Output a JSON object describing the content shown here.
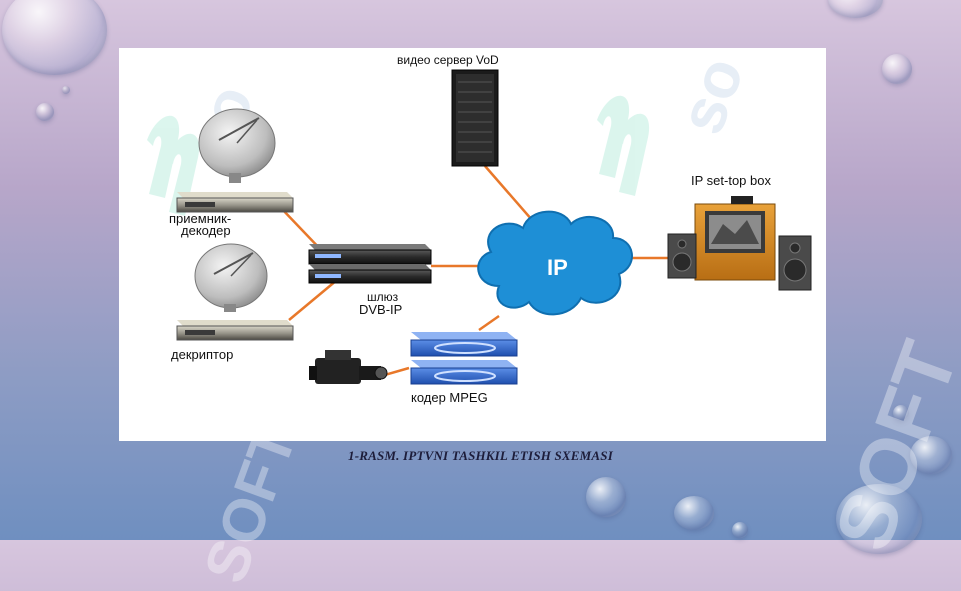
{
  "diagram": {
    "nodes": {
      "vod_server": {
        "label": "видео сервер VoD"
      },
      "receiver_decoder": {
        "label_line1": "приемник-",
        "label_line2": "декодер"
      },
      "decryptor": {
        "label": "декриптор"
      },
      "gateway": {
        "label_line1": "шлюз",
        "label_line2": "DVB-IP"
      },
      "ip_cloud": {
        "label": "IP"
      },
      "set_top_box": {
        "label": "IP set-top box"
      },
      "mpeg_encoder": {
        "label": "кодер MPEG"
      }
    },
    "colors": {
      "link": "#e8782a",
      "cloud": "#1e8fd6",
      "encoder": "#2f66c9"
    }
  },
  "caption": "1-RASM. IPTVNI TASHKIL ETISH SXEMASI",
  "watermark": {
    "text": "SOFT"
  }
}
